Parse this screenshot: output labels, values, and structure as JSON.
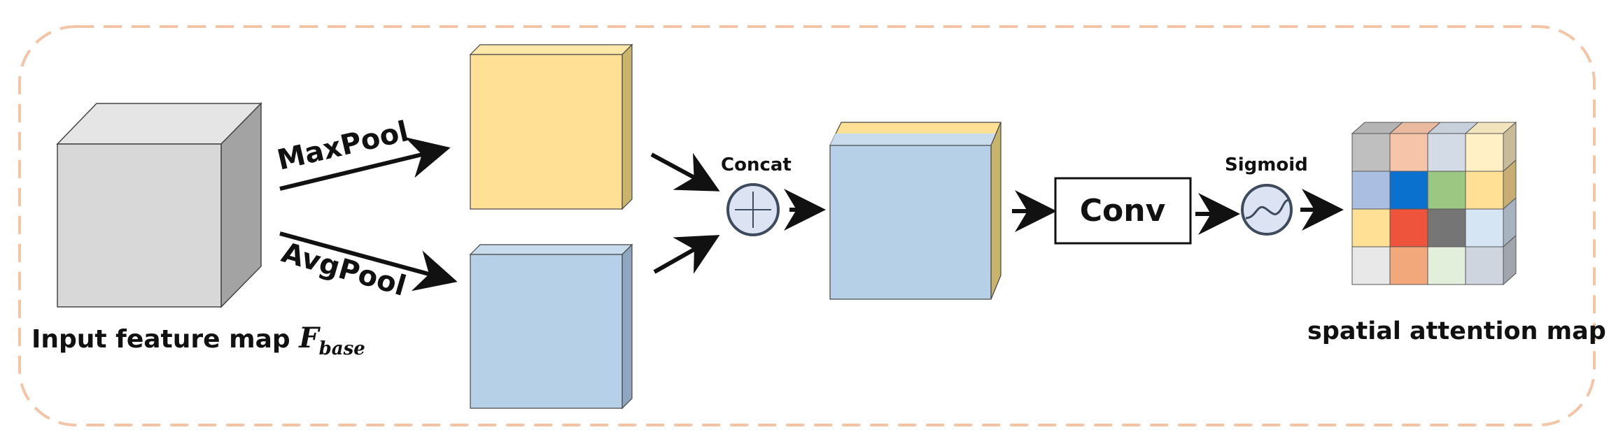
{
  "labels": {
    "input": "Input feature map ",
    "input_math_main": "F",
    "input_math_sub": "base",
    "maxpool": "MaxPool",
    "avgpool": "AvgPool",
    "concat": "Concat",
    "conv": "Conv",
    "sigmoid": "Sigmoid",
    "output": "spatial attention map"
  },
  "colors": {
    "frame": "#F3C4A6",
    "input_front": "#D8D8D8",
    "input_top": "#E5E5E5",
    "input_side": "#A3A3A3",
    "yellow": "#FFE095",
    "yellow_side": "#C9B46C",
    "blue": "#B6D0E8",
    "blue_side": "#8EA6BE",
    "op_circle": "#DCE4F4",
    "op_stroke": "#3D4B5C"
  },
  "attention_grid": [
    [
      "#BFBFBF",
      "#F6C4A8",
      "#D3DCE6",
      "#FFF0C6"
    ],
    [
      "#A9BEE0",
      "#0A72CE",
      "#9CC782",
      "#FFE095"
    ],
    [
      "#FFE095",
      "#EE533C",
      "#757575",
      "#D6E5F3"
    ],
    [
      "#E8E8E8",
      "#F3A87C",
      "#E2EFDA",
      "#CED5DF"
    ]
  ]
}
